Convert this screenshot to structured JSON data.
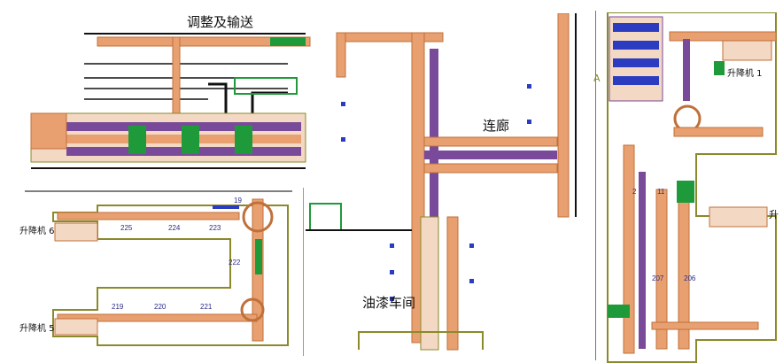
{
  "labels": {
    "top_left_title": "调整及输送",
    "corridor": "连廊",
    "paint_shop": "油漆车间",
    "lift1": "升降机 1",
    "lift5": "升降机 5",
    "lift6": "升降机 6",
    "right_cut": "升",
    "right_letter": "A"
  },
  "station_numbers": {
    "n219": "219",
    "n220": "220",
    "n221": "221",
    "n222": "222",
    "n223": "223",
    "n224": "224",
    "n225": "225",
    "n19": "19",
    "n206": "206",
    "n207": "207",
    "n11": "11",
    "n2": "2"
  },
  "colors": {
    "conveyor": "#e8a070",
    "conveyor_dark": "#c0703a",
    "track": "#7a4a9a",
    "device": "#1f9a3a",
    "wall": "#8a8a2a",
    "blue_mark": "#2c3cc0",
    "line": "#111111"
  }
}
